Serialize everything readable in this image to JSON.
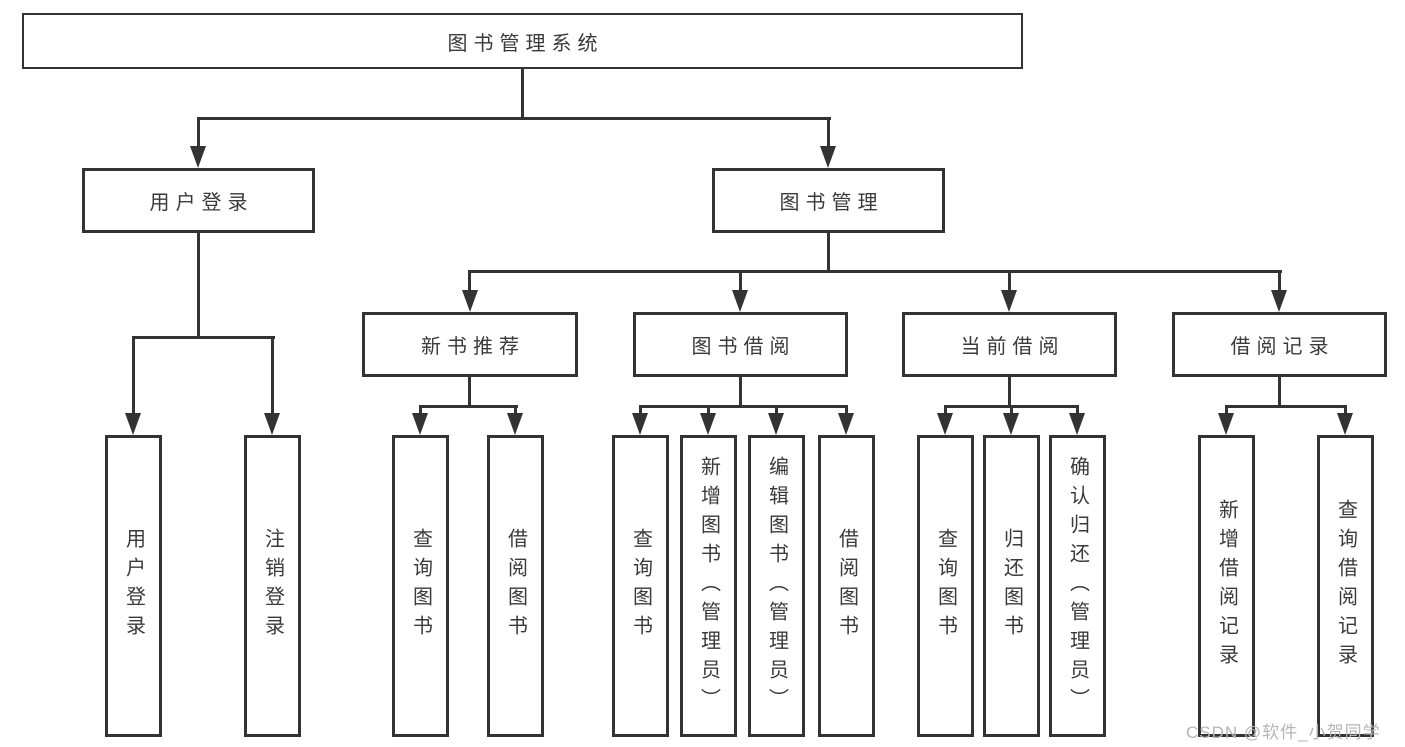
{
  "diagram_title": "图书管理系统",
  "tree": {
    "root": {
      "label": "图书管理系统"
    },
    "branches": [
      {
        "label": "用户登录",
        "children": [
          {
            "label": "用户登录"
          },
          {
            "label": "注销登录"
          }
        ]
      },
      {
        "label": "图书管理",
        "children": [
          {
            "label": "新书推荐",
            "children": [
              {
                "label": "查询图书"
              },
              {
                "label": "借阅图书"
              }
            ]
          },
          {
            "label": "图书借阅",
            "children": [
              {
                "label": "查询图书"
              },
              {
                "label": "新增图书（管理员）"
              },
              {
                "label": "编辑图书（管理员）"
              },
              {
                "label": "借阅图书"
              }
            ]
          },
          {
            "label": "当前借阅",
            "children": [
              {
                "label": "查询图书"
              },
              {
                "label": "归还图书"
              },
              {
                "label": "确认归还（管理员）"
              }
            ]
          },
          {
            "label": "借阅记录",
            "children": [
              {
                "label": "新增借阅记录"
              },
              {
                "label": "查询借阅记录"
              }
            ]
          }
        ]
      }
    ]
  },
  "watermark": {
    "text": "CSDN @软件_小贺同学",
    "color": "#b5b5b5"
  },
  "colors": {
    "line": "#333333",
    "text": "#3a3a3a",
    "background": "#ffffff"
  }
}
